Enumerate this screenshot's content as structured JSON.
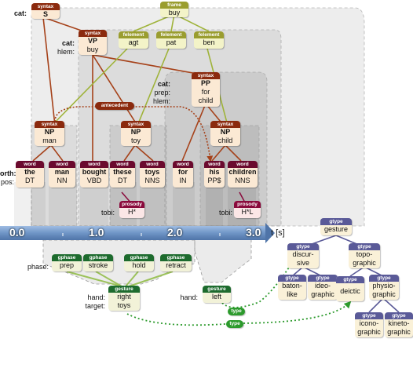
{
  "colors": {
    "syntax": "#8b2a0e",
    "syntax_body": "#fbe9d4",
    "frame": "#9a9d2f",
    "frame_body": "#f3f3c8",
    "word": "#6b0a2e",
    "word_body": "#fbe9d4",
    "prosody": "#8a0a3c",
    "prosody_body": "#fbe6e6",
    "gphase": "#1d6b2e",
    "gphase_body": "#f2f2d8",
    "gtype": "#5a5a98",
    "gtype_body": "#faf1d8",
    "timeline": "#6f95c6",
    "syntax_edge": "#a6421a",
    "frame_edge": "#9fb33a",
    "gesture_edge": "#2c9a2c"
  },
  "row_labels": {
    "cat": "cat:",
    "cat2": "cat:",
    "hlem": "hlem:",
    "cat3": "cat:",
    "prep": "prep:",
    "hlem3": "hlem:",
    "orth": "orth:",
    "pos": "pos:",
    "tobi1": "tobi:",
    "tobi2": "tobi:",
    "phase": "phase:",
    "hand1": "hand:",
    "target": "target:",
    "hand2": "hand:"
  },
  "syntax_nodes": [
    {
      "id": "S",
      "header": "syntax",
      "lines": [
        "S"
      ]
    },
    {
      "id": "VP",
      "header": "syntax",
      "lines": [
        "VP",
        "buy"
      ]
    },
    {
      "id": "PP",
      "header": "syntax",
      "lines": [
        "PP",
        "for",
        "child"
      ]
    },
    {
      "id": "NP1",
      "header": "syntax",
      "lines": [
        "NP",
        "man"
      ]
    },
    {
      "id": "NP2",
      "header": "syntax",
      "lines": [
        "NP",
        "toy"
      ]
    },
    {
      "id": "NP3",
      "header": "syntax",
      "lines": [
        "NP",
        "child"
      ]
    }
  ],
  "frame": {
    "header": "frame",
    "value": "buy"
  },
  "felements": [
    {
      "header": "felement",
      "value": "agt"
    },
    {
      "header": "felement",
      "value": "pat"
    },
    {
      "header": "felement",
      "value": "ben"
    }
  ],
  "antecedent": "antecedent",
  "words": [
    {
      "header": "word",
      "orth": "the",
      "pos": "DT"
    },
    {
      "header": "word",
      "orth": "man",
      "pos": "NN"
    },
    {
      "header": "word",
      "orth": "bought",
      "pos": "VBD"
    },
    {
      "header": "word",
      "orth": "these",
      "pos": "DT"
    },
    {
      "header": "word",
      "orth": "toys",
      "pos": "NNS"
    },
    {
      "header": "word",
      "orth": "for",
      "pos": "IN"
    },
    {
      "header": "word",
      "orth": "his",
      "pos": "PP$"
    },
    {
      "header": "word",
      "orth": "children",
      "pos": "NNS"
    }
  ],
  "prosody": [
    {
      "header": "prosody",
      "value": "H*"
    },
    {
      "header": "prosody",
      "value": "H*L"
    }
  ],
  "timeline": {
    "ticks": [
      "0.0",
      "1.0",
      "2.0",
      "3.0"
    ],
    "unit": "t [s]",
    "range": [
      0,
      3.3
    ]
  },
  "gphases": [
    {
      "header": "gphase",
      "value": "prep"
    },
    {
      "header": "gphase",
      "value": "stroke"
    },
    {
      "header": "gphase",
      "value": "hold"
    },
    {
      "header": "gphase",
      "value": "retract"
    }
  ],
  "gestures": [
    {
      "header": "gesture",
      "hand": "right",
      "target": "toys"
    },
    {
      "header": "gesture",
      "hand": "left"
    }
  ],
  "type_labels": [
    "type",
    "type"
  ],
  "gtype": {
    "root": {
      "header": "gtype",
      "value": "gesture"
    },
    "discursive": {
      "header": "gtype",
      "lines": [
        "discur-",
        "sive"
      ]
    },
    "topographic": {
      "header": "gtype",
      "lines": [
        "topo-",
        "graphic"
      ]
    },
    "batonlike": {
      "header": "gtype",
      "lines": [
        "baton-",
        "like"
      ]
    },
    "ideographic": {
      "header": "gtype",
      "lines": [
        "ideo-",
        "graphic"
      ]
    },
    "deictic": {
      "header": "gtype",
      "lines": [
        "deictic"
      ]
    },
    "physiographic": {
      "header": "gtype",
      "lines": [
        "physio-",
        "graphic"
      ]
    },
    "iconographic": {
      "header": "gtype",
      "lines": [
        "icono-",
        "graphic"
      ]
    },
    "kinetographic": {
      "header": "gtype",
      "lines": [
        "kineto-",
        "graphic"
      ]
    }
  }
}
